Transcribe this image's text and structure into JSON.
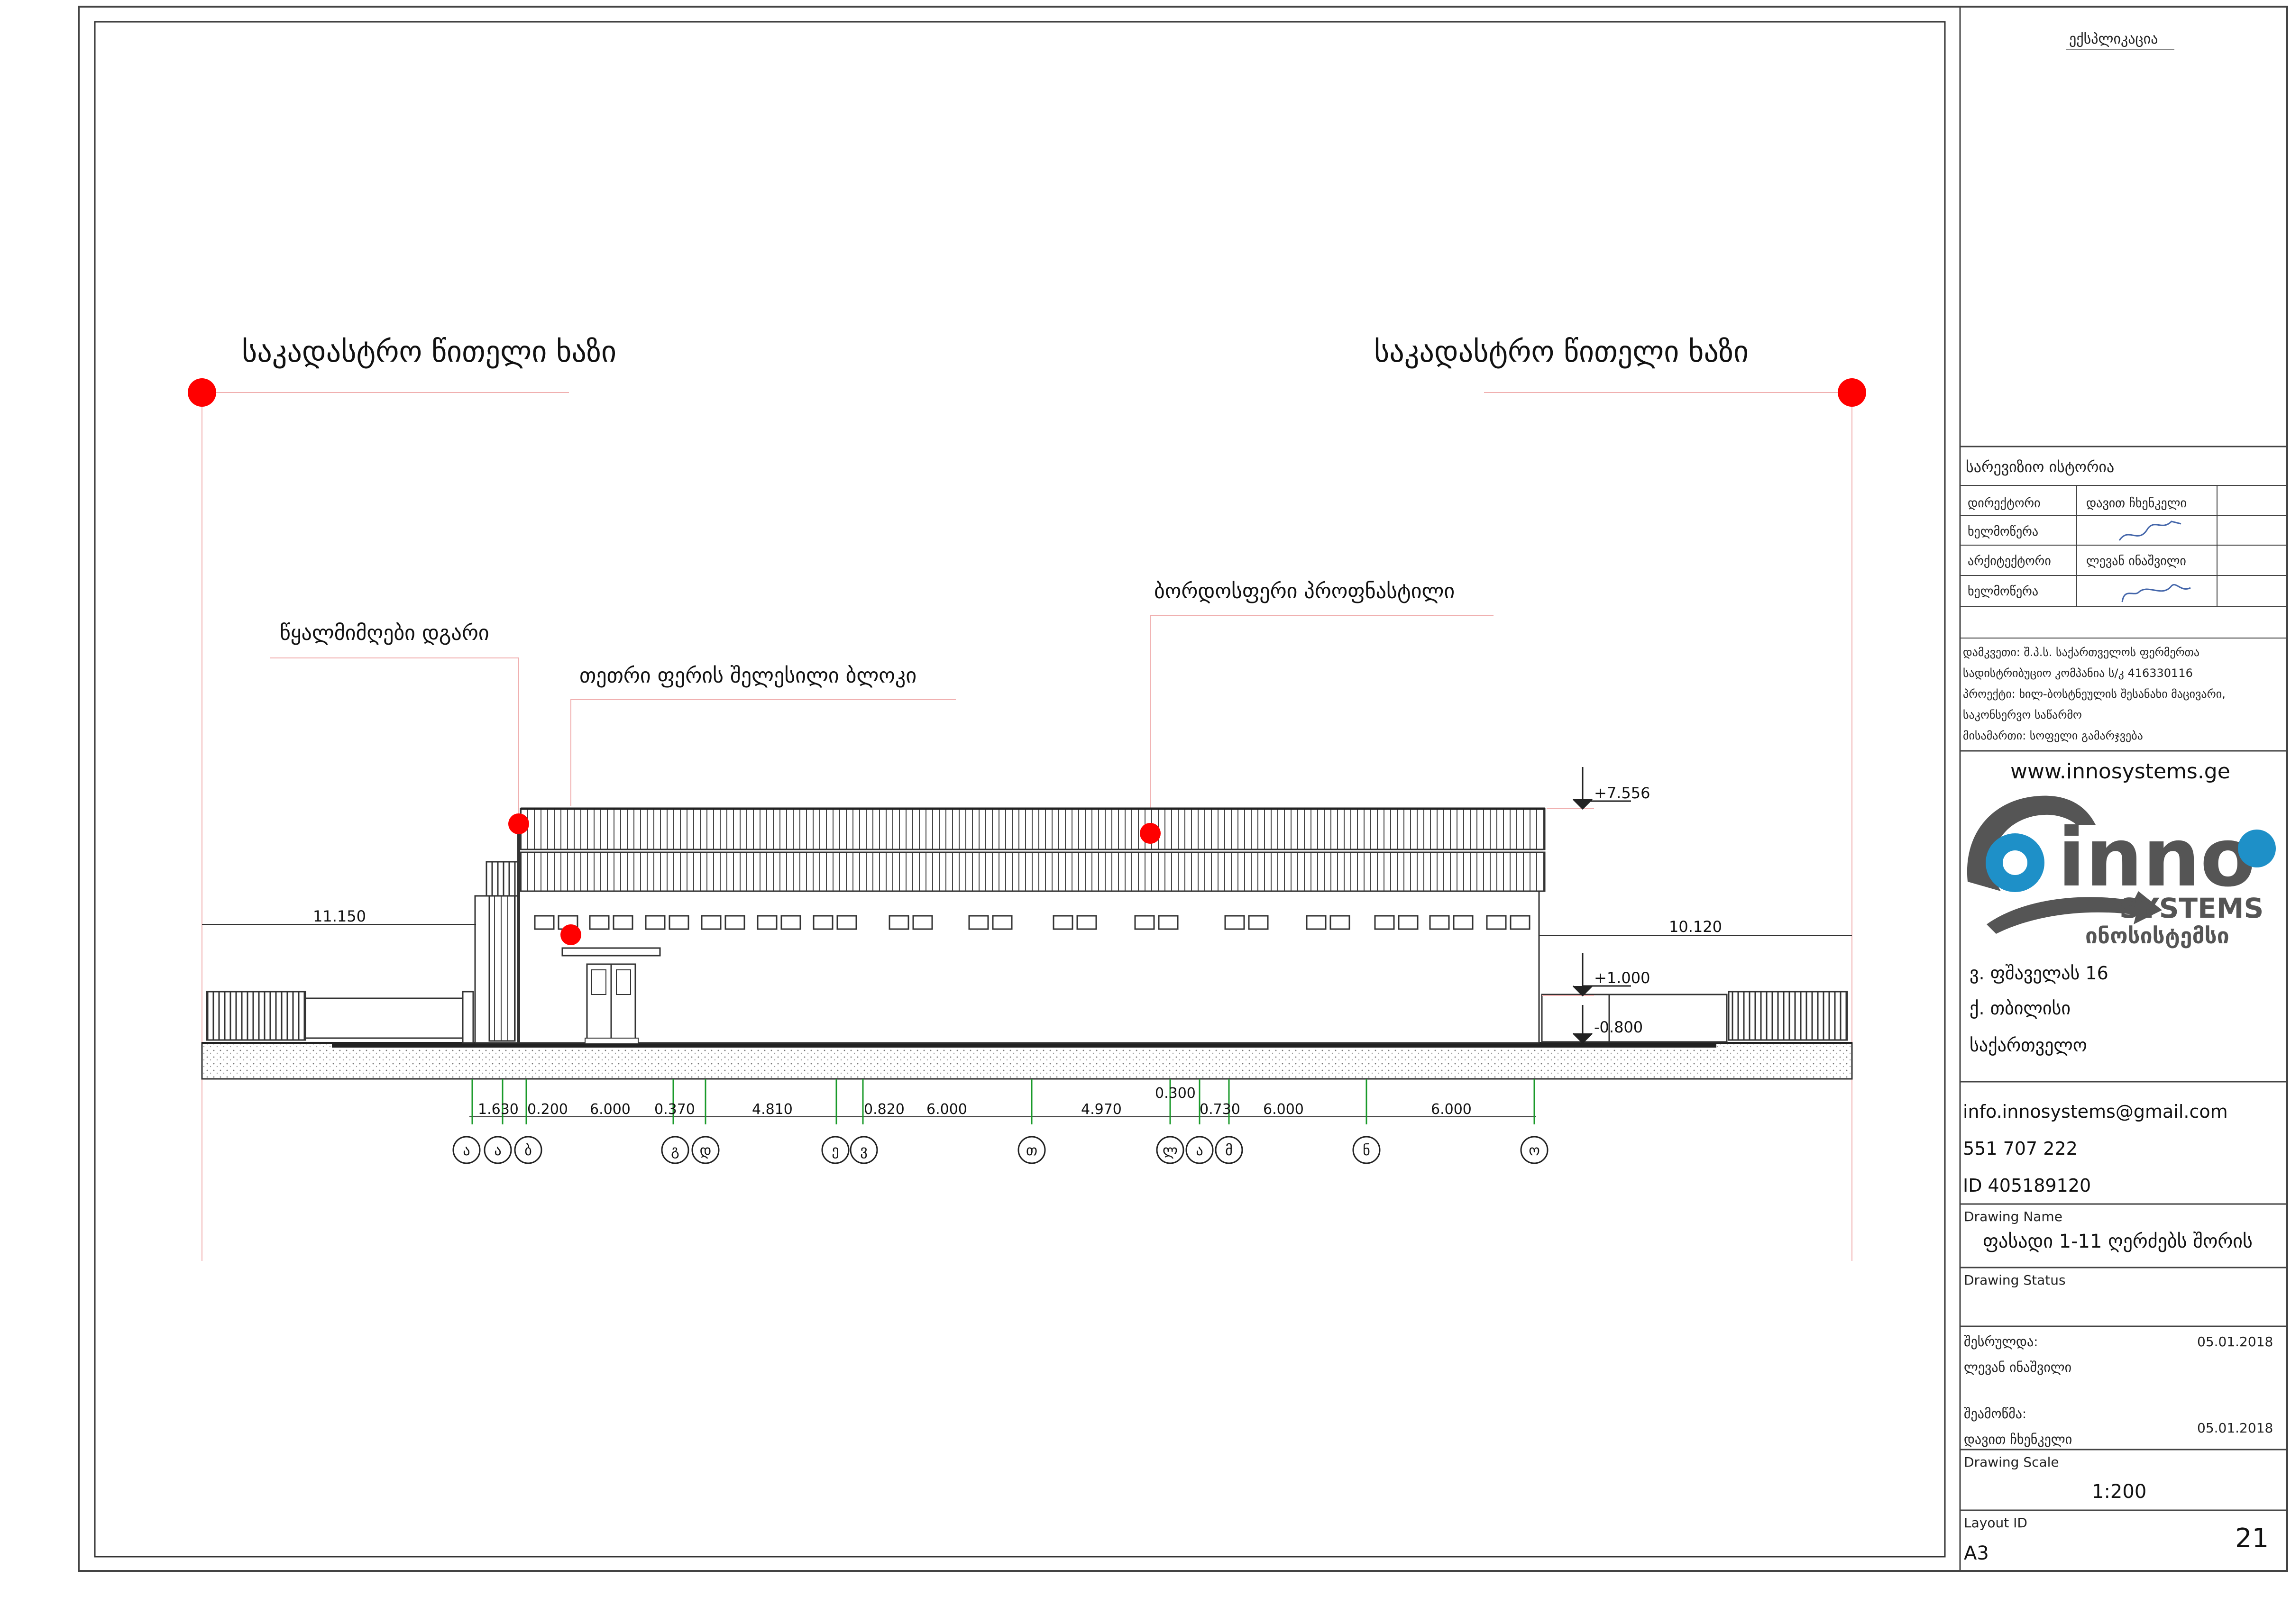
{
  "labels": {
    "cadastral_left": "საკადასტრო წითელი ხაზი",
    "cadastral_right": "საკადასტრო წითელი ხაზი",
    "downpipe": "წყალმიმღები დგარი",
    "white_block": "თეთრი ფერის შელესილი ბლოკი",
    "burgundy_profile": "ბორდოსფერი პროფნასტილი"
  },
  "levels": {
    "top": "+7.556",
    "mid": "+1.000",
    "low": "-0.800"
  },
  "offsets": {
    "left": "11.150",
    "right": "10.120"
  },
  "dimensions": {
    "row_top": [
      "0.300"
    ],
    "row": [
      "1.630",
      "0.200",
      "6.000",
      "0.370",
      "4.810",
      "0.820",
      "6.000",
      "4.970",
      "0.730",
      "6.000",
      "6.000"
    ]
  },
  "axes": [
    "ა",
    "ა",
    "ბ",
    "გ",
    "დ",
    "ე",
    "ვ",
    "თ",
    "ლ",
    "ა",
    "მ",
    "ნ",
    "ო"
  ],
  "title_block": {
    "explication": "ექსპლიკაცია",
    "revision_history": "სარევიზიო ისტორია",
    "director_label": "დირექტორი",
    "director_name": "დავით ჩხენკელი",
    "signature_label_1": "ხელმოწერა",
    "architect_label": "არქიტექტორი",
    "architect_name": "ლევან ინაშვილი",
    "signature_label_2": "ხელმოწერა",
    "client_line1": "დამკვეთი: შ.პ.ს. საქართველოს ფერმერთა",
    "client_line2": "სადისტრიბუციო კომპანია ს/კ 416330116",
    "project_line1": "პროექტი: ხილ-ბოსტნეულის შესანახი მაცივარი,",
    "project_line2": "საკონსერვო საწარმო",
    "address_line": "მისამართი: სოფელი გამარჯვება",
    "website": "www.innosystems.ge",
    "logo_main": "inno",
    "logo_systems": "SYSTEMS",
    "logo_geo": "ინოსისტემსი",
    "street": "ვ. ფშაველას 16",
    "city": "ქ. თბილისი",
    "country": "საქართველო",
    "email": "info.innosystems@gmail.com",
    "phone": "551 707 222",
    "id": "ID 405189120",
    "drawing_name_label": "Drawing Name",
    "drawing_name": "ფასადი 1-11 ღერძებს შორის",
    "drawing_status_label": "Drawing Status",
    "performed_label": "შესრულდა:",
    "performed_name": "ლევან ინაშვილი",
    "performed_date": "05.01.2018",
    "checked_label": "შეამოწმა:",
    "checked_name": "დავით ჩხენკელი",
    "checked_date": "05.01.2018",
    "scale_label": "Drawing Scale",
    "scale": "1:200",
    "layout_label": "Layout ID",
    "layout": "A3",
    "sheet_number": "21"
  },
  "colors": {
    "marker": "#ff0000",
    "dim_green": "#1a9a2a",
    "leader_red": "#e88a8a",
    "logo_blue": "#1e90c8",
    "logo_grey": "#555555"
  }
}
